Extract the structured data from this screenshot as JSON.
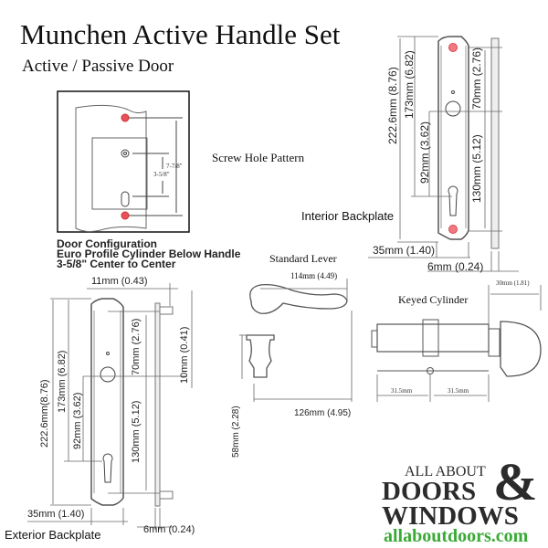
{
  "title": "Munchen Active Handle Set",
  "subtitle": "Active / Passive Door",
  "screw_hole": {
    "label": "Screw Hole Pattern",
    "dim_outer": "7-7/8\"",
    "dim_inner": "3-5/8\"",
    "hole_color": "#e8505b"
  },
  "door_config": {
    "line1": "Door Configuration",
    "line2": "Euro Profile Cylinder Below Handle",
    "line3": "3-5/8\" Center to Center"
  },
  "interior": {
    "label": "Interior Backplate",
    "d_total": "222.6mm (8.76)",
    "d_173": "173mm (6.82)",
    "d_92": "92mm (3.62)",
    "d_70": "70mm (2.76)",
    "d_130": "130mm (5.12)",
    "d_35": "35mm (1.40)",
    "d_6": "6mm (0.24)"
  },
  "exterior": {
    "label": "Exterior Backplate",
    "d_11": "11mm (0.43)",
    "d_total": "222.6mm(8.76)",
    "d_173": "173mm (6.82)",
    "d_92": "92mm (3.62)",
    "d_70": "70mm (2.76)",
    "d_130": "130mm (5.12)",
    "d_10": "10mm (0.41)",
    "d_35": "35mm (1.40)",
    "d_6": "6mm (0.24)"
  },
  "lever": {
    "label": "Standard Lever",
    "d_114": "114mm (4.49)",
    "d_126": "126mm (4.95)",
    "d_58": "58mm (2.28)"
  },
  "cylinder": {
    "label": "Keyed Cylinder",
    "d_30": "30mm (1.81)",
    "d_left": "31.5mm",
    "d_right": "31.5mm"
  },
  "logo": {
    "line1": "ALL ABOUT",
    "line2": "DOORS",
    "line3": "WINDOWS",
    "ampersand": "&",
    "url": "allaboutdoors.com",
    "url_color": "#3aa935"
  }
}
